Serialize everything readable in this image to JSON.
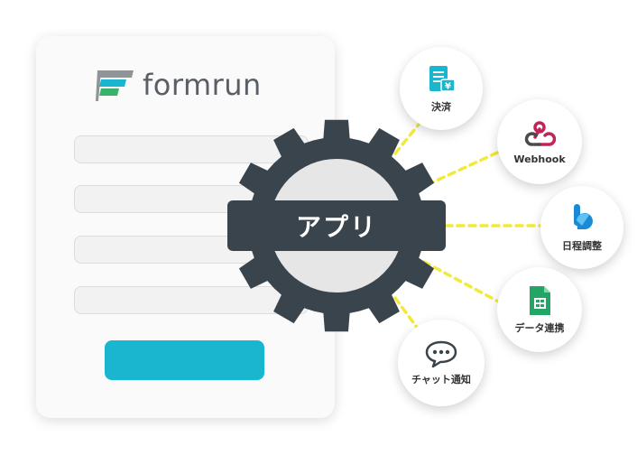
{
  "logo": {
    "text": "formrun"
  },
  "form": {
    "fields": [
      "",
      "",
      "",
      ""
    ],
    "submit_label": ""
  },
  "hub": {
    "label": "アプリ",
    "color": "#3a444d"
  },
  "connector_color": "#f2ea3a",
  "integrations": [
    {
      "label": "決済",
      "icon": "payment-receipt-icon"
    },
    {
      "label": "Webhook",
      "icon": "webhook-icon"
    },
    {
      "label": "日程調整",
      "icon": "scheduling-icon"
    },
    {
      "label": "データ連携",
      "icon": "spreadsheet-icon"
    },
    {
      "label": "チャット通知",
      "icon": "chat-bubble-icon"
    }
  ]
}
